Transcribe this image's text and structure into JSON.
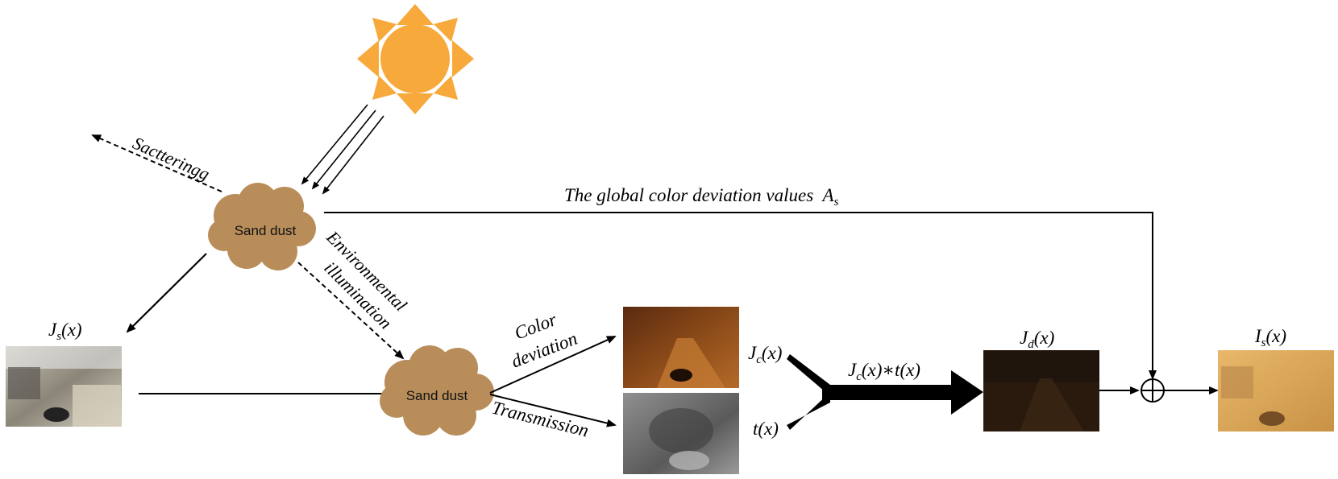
{
  "labels": {
    "scattering": "Sactteringg",
    "global_color_deviation": "The global color deviation values",
    "global_color_deviation_symbol": "A",
    "global_color_deviation_sub": "s",
    "environmental": "Environmental",
    "illumination": "illumination",
    "color": "Color",
    "deviation": "deviation",
    "transmission": "Transmission",
    "sand_dust_top": "Sand dust",
    "sand_dust_bottom": "Sand dust",
    "js_main": "J",
    "js_sub": "s",
    "js_arg": "(x)",
    "jc_main": "J",
    "jc_sub": "c",
    "jc_arg": "(x)",
    "tx": "t(x)",
    "product_main": "J",
    "product_sub": "c",
    "product_arg": "(x)∗t(x)",
    "jd_main": "J",
    "jd_sub": "d",
    "jd_arg": "(x)",
    "is_main": "I",
    "is_sub": "s",
    "is_arg": "(x)"
  },
  "colors": {
    "sun": "#f7a93b",
    "cloud": "#b88d5a",
    "color_deviation_image": "#7a3e14",
    "transmission_image": "#6e6e6e",
    "jd_image": "#2a1a0e",
    "is_image": "#e1ad5c",
    "js_image": "#b9b2a5"
  },
  "icons": {
    "sun": "sun-icon",
    "sum_node": "circled-plus-icon"
  }
}
